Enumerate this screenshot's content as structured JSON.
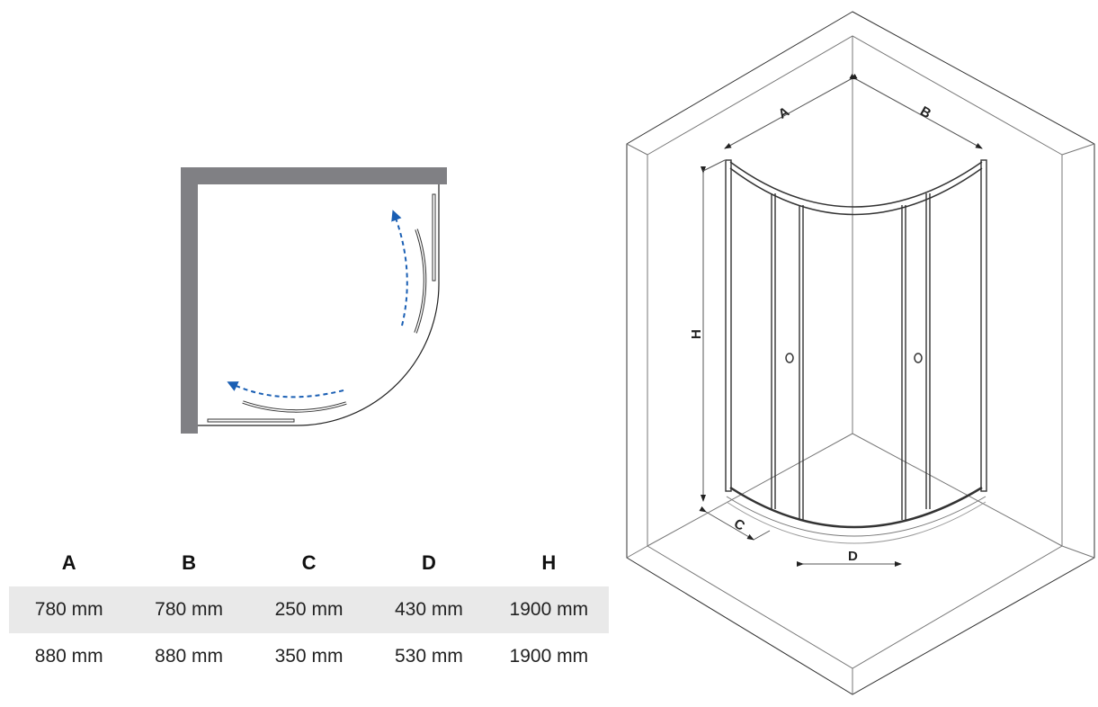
{
  "diagram": {
    "plan_view": {
      "wall_color": "#808084",
      "arrow_color": "#1a5fb4"
    },
    "iso_view": {
      "labels": {
        "a": "A",
        "b": "B",
        "c": "C",
        "d": "D",
        "h": "H"
      }
    }
  },
  "table": {
    "headers": [
      "A",
      "B",
      "C",
      "D",
      "H"
    ],
    "rows": [
      [
        "780 mm",
        "780 mm",
        "250 mm",
        "430 mm",
        "1900 mm"
      ],
      [
        "880 mm",
        "880 mm",
        "350 mm",
        "530 mm",
        "1900 mm"
      ]
    ]
  }
}
